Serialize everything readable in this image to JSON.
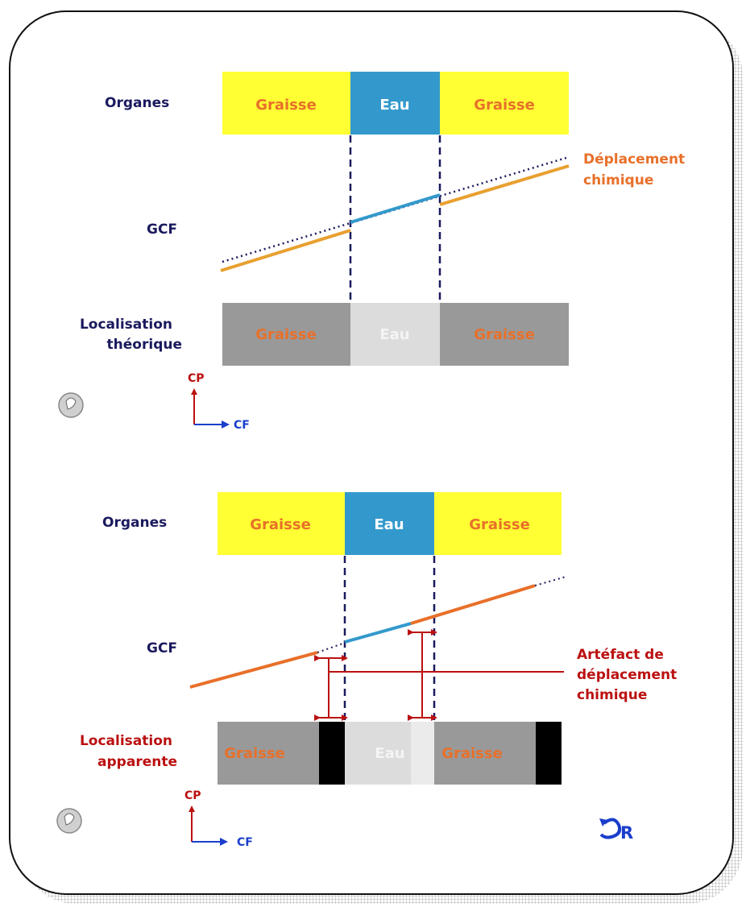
{
  "colors": {
    "navy": "#1a1a5e",
    "orange": "#e8702a",
    "fat_yellow": "#ffff33",
    "water_blue": "#3399cc",
    "gray": "#999999",
    "light_gray": "#dcdcdc",
    "red": "#bb1111",
    "gold_line": "#e8a030",
    "blue_line": "#3399cc",
    "axis_blue": "#1a3ecc"
  },
  "icons": [
    "logo-icon",
    "up-arrow-icon",
    "right-arrow-icon",
    "back-arrow-icon"
  ],
  "top": {
    "organs_label": "Organes",
    "organs": [
      "Graisse",
      "Eau",
      "Graisse"
    ],
    "gcf_label": "GCF",
    "shift_label_1": "Déplacement",
    "shift_label_2": "chimique",
    "loc_label_1": "Localisation",
    "loc_label_2": "théorique",
    "loc": [
      "Graisse",
      "Eau",
      "Graisse"
    ],
    "axis_cp": "CP",
    "axis_cf": "CF"
  },
  "bottom": {
    "organs_label": "Organes",
    "organs": [
      "Graisse",
      "Eau",
      "Graisse"
    ],
    "gcf_label": "GCF",
    "artefact_1": "Artéfact de",
    "artefact_2": "déplacement",
    "artefact_3": "chimique",
    "loc_label_1": "Localisation",
    "loc_label_2": "apparente",
    "loc": [
      "Graisse",
      "Eau",
      "Graisse"
    ],
    "axis_cp": "CP",
    "axis_cf": "CF"
  },
  "logo_text": "R"
}
